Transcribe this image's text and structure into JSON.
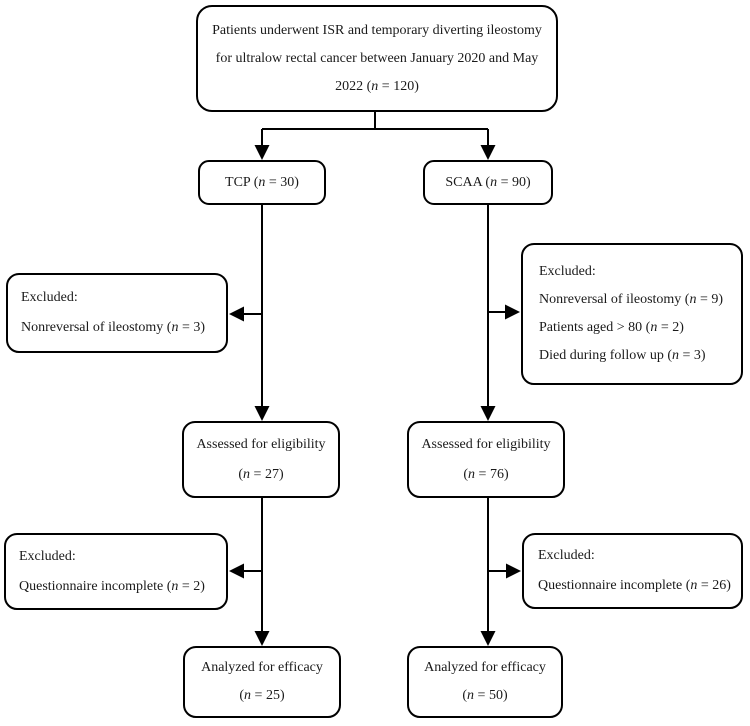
{
  "diagram": {
    "title_hint": "Patient flow diagram (ISR with temporary diverting ileostomy)",
    "colors": {
      "line": "#000000",
      "box_border": "#000000",
      "box_background": "#ffffff",
      "page_background": "#ffffff",
      "text": "#1a1a1a"
    },
    "enrollment": {
      "lines": [
        "Patients underwent ISR and temporary diverting ileostomy",
        "for ultralow rectal cancer between January 2020 and May",
        "2022 (n = 120)"
      ]
    },
    "tcp_arm": {
      "label": "TCP (n = 30)"
    },
    "scaa_arm": {
      "label": "SCAA (n = 90)"
    },
    "tcp_excluded": {
      "lines": [
        "Excluded:",
        "Nonreversal of ileostomy (n = 3)"
      ]
    },
    "scaa_excluded": {
      "lines": [
        "Excluded:",
        "Nonreversal of ileostomy (n = 9)",
        "Patients aged > 80 (n = 2)",
        "Died during follow up (n = 3)"
      ]
    },
    "tcp_assessed": {
      "lines": [
        "Assessed for eligibility",
        "(n = 27)"
      ]
    },
    "scaa_assessed": {
      "lines": [
        "Assessed for eligibility",
        "(n = 76)"
      ]
    },
    "tcp_questionnaire_excluded": {
      "lines": [
        "Excluded:",
        "Questionnaire incomplete (n = 2)"
      ]
    },
    "scaa_questionnaire_excluded": {
      "lines": [
        "Excluded:",
        "Questionnaire incomplete (n = 26)"
      ]
    },
    "tcp_analyzed": {
      "lines": [
        "Analyzed for efficacy",
        "(n = 25)"
      ]
    },
    "scaa_analyzed": {
      "lines": [
        "Analyzed for efficacy",
        "(n = 50)"
      ]
    }
  }
}
